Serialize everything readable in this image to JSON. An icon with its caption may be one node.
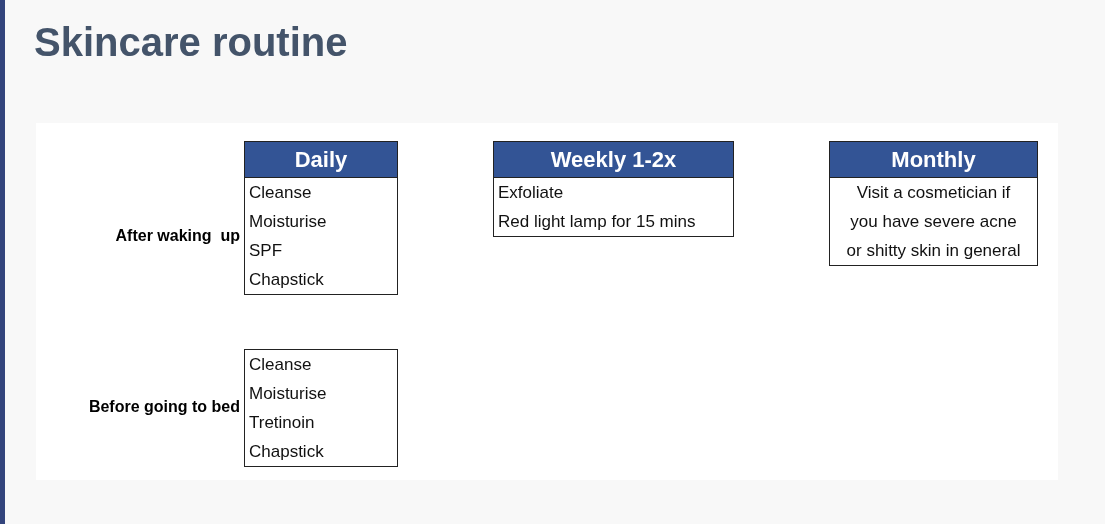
{
  "diagram": {
    "title": "Skincare routine",
    "nodes": [
      {
        "text": [
          "Daily",
          "Cleanse",
          "Moisturise",
          "SPF",
          "Chapstick"
        ],
        "beside": [
          "After waking  up"
        ]
      },
      {
        "text": [
          "Weekly 1-2x",
          "Exfoliate",
          "Red light lamp for 15 mins"
        ]
      },
      {
        "text": [
          "Monthly",
          "Visit a cosmetician if you have severe acne or shitty skin in general"
        ]
      },
      {
        "text": [
          "Cleanse",
          "Moisturise",
          "Tretinoin",
          "Chapstick"
        ],
        "beside": [
          "Before going to bed"
        ]
      }
    ]
  }
}
